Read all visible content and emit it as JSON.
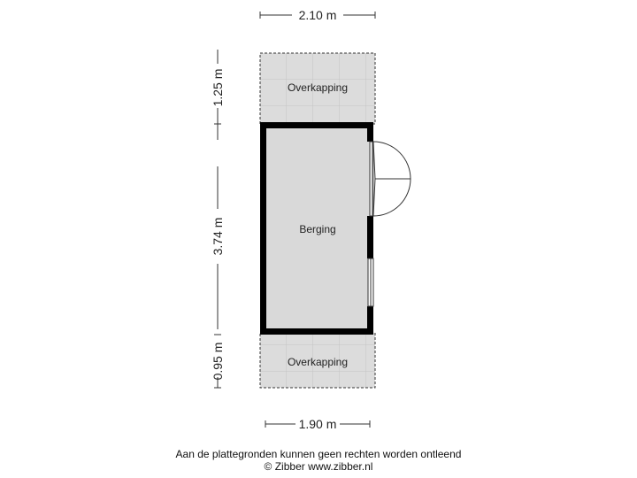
{
  "dimensions": {
    "top_width": "2.10 m",
    "bottom_width": "1.90 m",
    "left_top": "1.25 m",
    "left_middle": "3.74 m",
    "left_bottom": "0.95 m"
  },
  "rooms": {
    "top_canopy": "Overkapping",
    "storage": "Berging",
    "bottom_canopy": "Overkapping"
  },
  "footer": {
    "disclaimer": "Aan de plattegronden kunnen geen rechten worden ontleend",
    "copyright": "© Zibber www.zibber.nl"
  },
  "colors": {
    "floor": "#d9d9d9",
    "tile_line": "#bdbdbd",
    "wall": "#000000"
  }
}
